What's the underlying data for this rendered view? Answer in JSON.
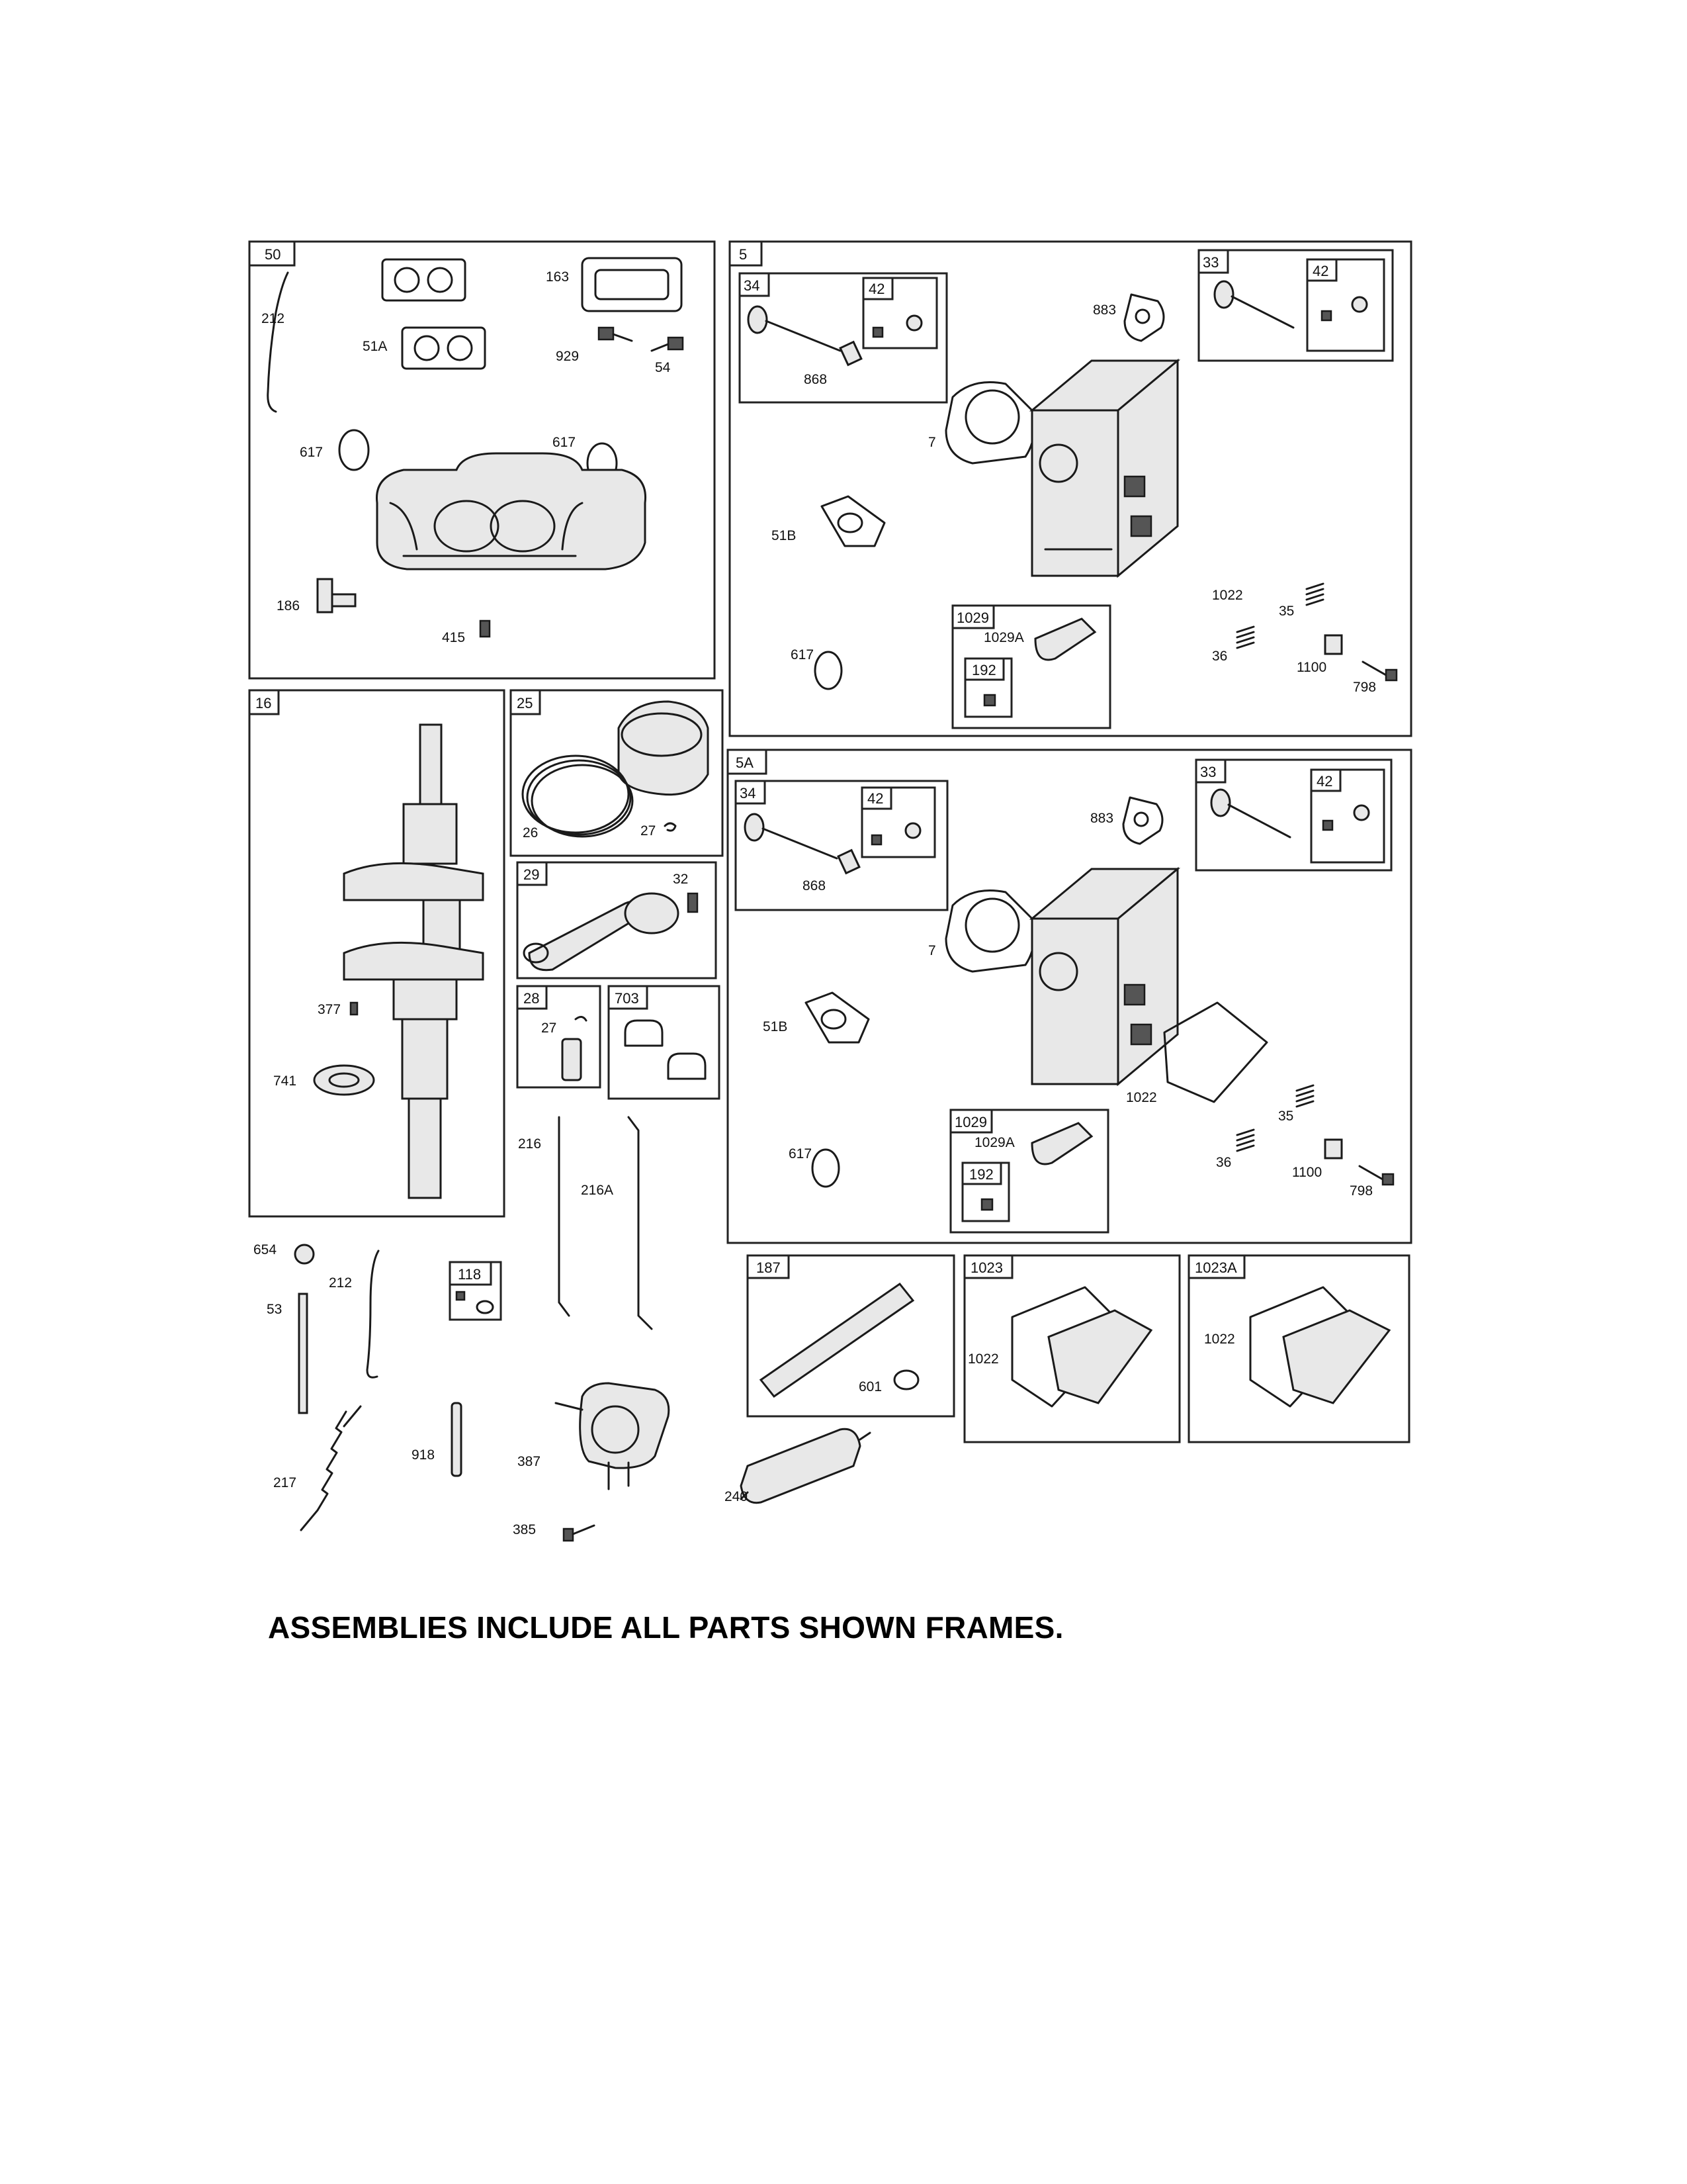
{
  "footer_note": "ASSEMBLIES INCLUDE ALL PARTS SHOWN FRAMES.",
  "frames": [
    {
      "tab": "50",
      "parts": [
        {
          "key": "212",
          "label": "212"
        },
        {
          "key": "51A",
          "label": "51A"
        },
        {
          "key": "163",
          "label": "163"
        },
        {
          "key": "929",
          "label": "929"
        },
        {
          "key": "54",
          "label": "54"
        },
        {
          "key": "617a",
          "label": "617"
        },
        {
          "key": "617b",
          "label": "617"
        },
        {
          "key": "186",
          "label": "186"
        },
        {
          "key": "415",
          "label": "415"
        }
      ]
    },
    {
      "tab": "5",
      "parts": [
        {
          "key": "868",
          "label": "868"
        },
        {
          "key": "883",
          "label": "883"
        },
        {
          "key": "7",
          "label": "7"
        },
        {
          "key": "51B",
          "label": "51B"
        },
        {
          "key": "1022",
          "label": "1022"
        },
        {
          "key": "617",
          "label": "617"
        },
        {
          "key": "1029A",
          "label": "1029A"
        },
        {
          "key": "35",
          "label": "35"
        },
        {
          "key": "36",
          "label": "36"
        },
        {
          "key": "1100",
          "label": "1100"
        },
        {
          "key": "798",
          "label": "798"
        }
      ],
      "subframes": [
        {
          "tab": "34"
        },
        {
          "tab": "42"
        },
        {
          "tab": "33"
        },
        {
          "tab": "42"
        },
        {
          "tab": "1029"
        },
        {
          "tab": "192"
        }
      ]
    },
    {
      "tab": "5A",
      "parts": [
        {
          "key": "883",
          "label": "883"
        },
        {
          "key": "868",
          "label": "868"
        },
        {
          "key": "7",
          "label": "7"
        },
        {
          "key": "51B",
          "label": "51B"
        },
        {
          "key": "1022",
          "label": "1022"
        },
        {
          "key": "35",
          "label": "35"
        },
        {
          "key": "617",
          "label": "617"
        },
        {
          "key": "1029A",
          "label": "1029A"
        },
        {
          "key": "36",
          "label": "36"
        },
        {
          "key": "1100",
          "label": "1100"
        },
        {
          "key": "798",
          "label": "798"
        }
      ],
      "subframes": [
        {
          "tab": "34"
        },
        {
          "tab": "42"
        },
        {
          "tab": "33"
        },
        {
          "tab": "42"
        },
        {
          "tab": "1029"
        },
        {
          "tab": "192"
        }
      ]
    },
    {
      "tab": "16",
      "parts": [
        {
          "key": "377",
          "label": "377"
        },
        {
          "key": "741",
          "label": "741"
        }
      ]
    },
    {
      "tab": "25",
      "parts": [
        {
          "key": "26",
          "label": "26"
        },
        {
          "key": "27",
          "label": "27"
        }
      ]
    },
    {
      "tab": "29",
      "parts": [
        {
          "key": "32",
          "label": "32"
        }
      ]
    },
    {
      "tab": "28",
      "parts": [
        {
          "key": "27",
          "label": "27"
        }
      ]
    },
    {
      "tab": "703",
      "parts": []
    },
    {
      "tab": "118",
      "parts": []
    },
    {
      "tab": "187",
      "parts": [
        {
          "key": "601",
          "label": "601"
        }
      ]
    },
    {
      "tab": "1023",
      "parts": [
        {
          "key": "1022",
          "label": "1022"
        }
      ]
    },
    {
      "tab": "1023A",
      "parts": [
        {
          "key": "1022",
          "label": "1022"
        }
      ]
    }
  ],
  "loose_parts": [
    {
      "key": "216",
      "label": "216"
    },
    {
      "key": "216A",
      "label": "216A"
    },
    {
      "key": "654",
      "label": "654"
    },
    {
      "key": "212",
      "label": "212"
    },
    {
      "key": "53",
      "label": "53"
    },
    {
      "key": "217",
      "label": "217"
    },
    {
      "key": "918",
      "label": "918"
    },
    {
      "key": "387",
      "label": "387"
    },
    {
      "key": "385",
      "label": "385"
    },
    {
      "key": "240",
      "label": "240"
    }
  ]
}
